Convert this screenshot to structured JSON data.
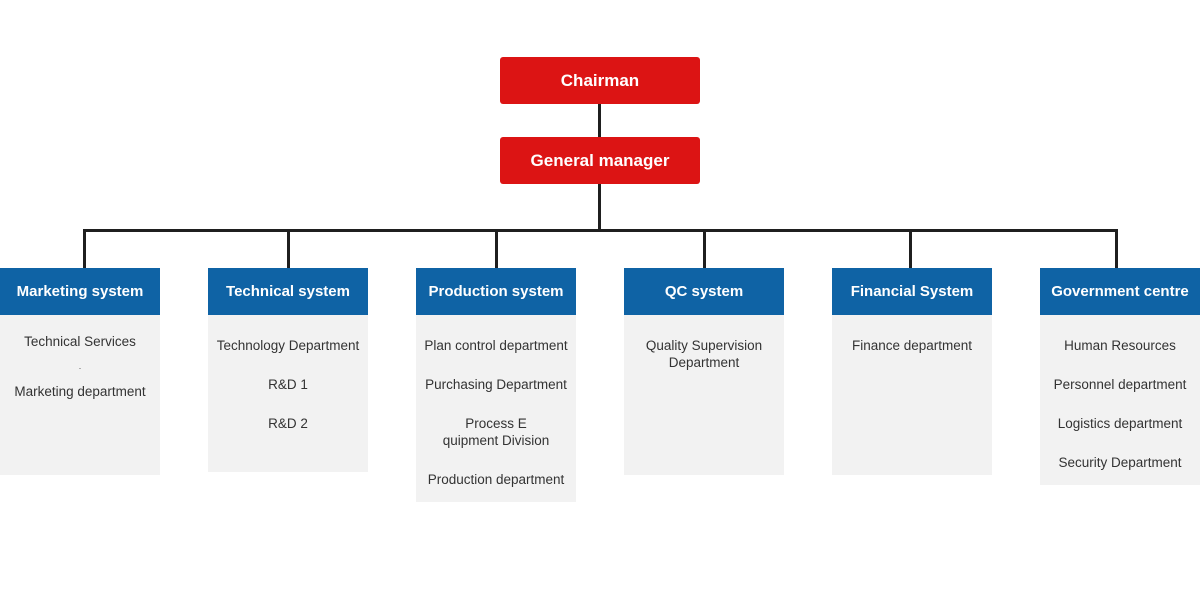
{
  "org_chart": {
    "chairman_label": "Chairman",
    "general_manager_label": "General manager",
    "branches": [
      {
        "title": "Marketing system",
        "items": [
          "Technical Services",
          ".",
          "Marketing department"
        ]
      },
      {
        "title": "Technical system",
        "items": [
          "Technology Department",
          "R&D 1",
          "R&D 2"
        ]
      },
      {
        "title": "Production system",
        "items": [
          "Plan control department",
          "Purchasing Department",
          "Process E\nquipment Division",
          "Production department"
        ]
      },
      {
        "title": "QC system",
        "items": [
          "Quality Supervision\nDepartment"
        ]
      },
      {
        "title": "Financial System",
        "items": [
          "Finance department"
        ]
      },
      {
        "title": "Government centre",
        "items": [
          "Human Resources",
          "Personnel department",
          "Logistics department",
          "Security Department"
        ]
      }
    ],
    "colors": {
      "top_node": "#dc1414",
      "branch_header": "#0f63a5",
      "branch_panel": "#f2f2f2",
      "connector": "#1f1f1f"
    }
  }
}
